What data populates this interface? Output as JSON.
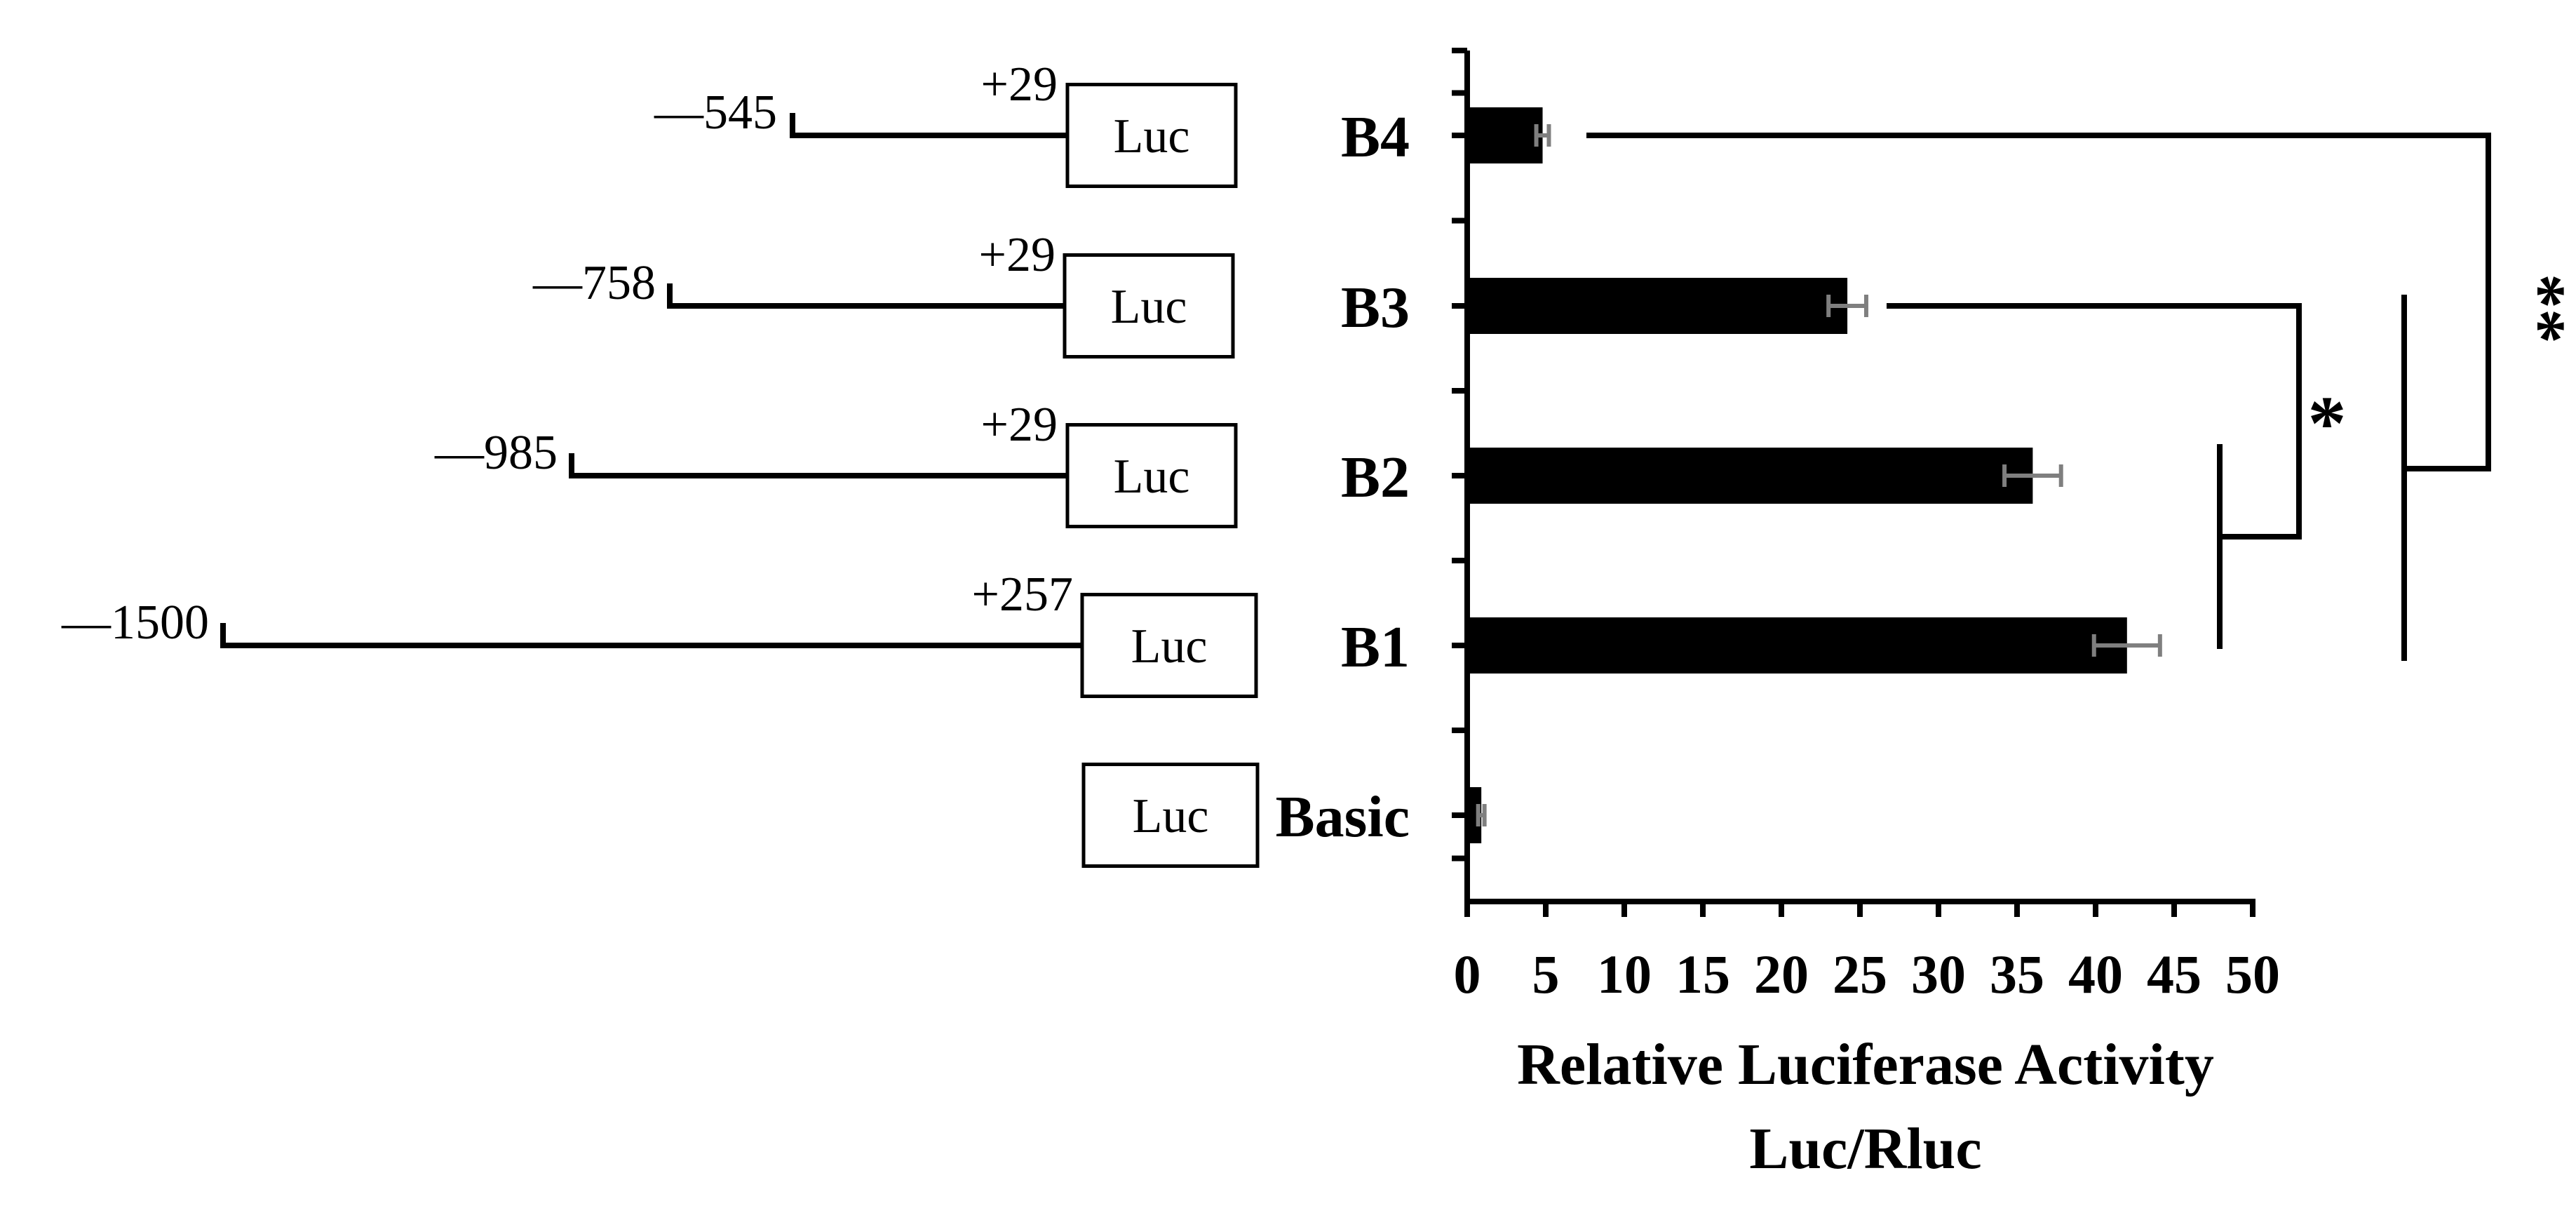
{
  "constructs": [
    {
      "id": "B4",
      "start_label": "—545",
      "end_label": "+29",
      "reporter_label": "Luc"
    },
    {
      "id": "B3",
      "start_label": "—758",
      "end_label": "+29",
      "reporter_label": "Luc"
    },
    {
      "id": "B2",
      "start_label": "—985",
      "end_label": "+29",
      "reporter_label": "Luc"
    },
    {
      "id": "B1",
      "start_label": "—1500",
      "end_label": "+257",
      "reporter_label": "Luc"
    },
    {
      "id": "Basic",
      "start_label": "",
      "end_label": "",
      "reporter_label": "Luc"
    }
  ],
  "chart_data": {
    "type": "bar",
    "orientation": "horizontal",
    "categories": [
      "B4",
      "B3",
      "B2",
      "B1",
      "Basic"
    ],
    "values": [
      4.8,
      24.2,
      36.0,
      42.0,
      0.9
    ],
    "errors": [
      0.4,
      1.2,
      1.8,
      2.1,
      0.2
    ],
    "xlim": [
      0,
      50
    ],
    "x_ticks": [
      0,
      5,
      10,
      15,
      20,
      25,
      30,
      35,
      40,
      45,
      50
    ],
    "xlabel": "Relative Luciferase Activity",
    "xlabel_line2": "Luc/Rluc",
    "grid": false,
    "bar_color": "#000000",
    "error_color": "#7f7f7f",
    "significance": [
      {
        "between": [
          "B3",
          "B1"
        ],
        "label": "*"
      },
      {
        "between": [
          "B4",
          "B1"
        ],
        "label": "**"
      }
    ]
  }
}
